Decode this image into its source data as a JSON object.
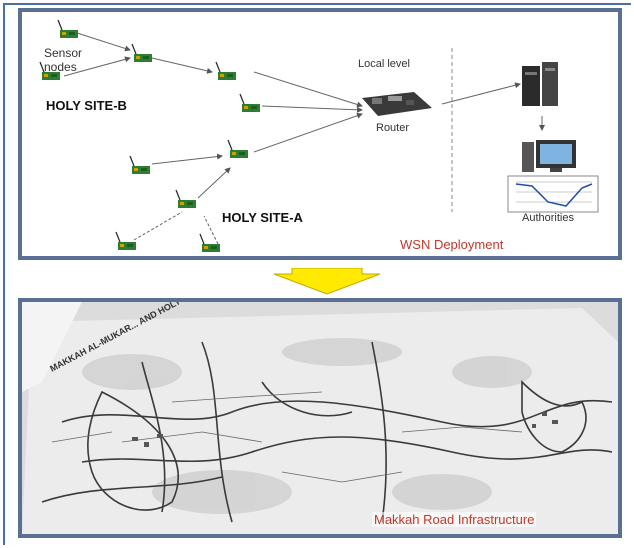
{
  "top_panel": {
    "sensor_nodes_label": "Sensor nodes",
    "holy_site_b": "HOLY SITE-B",
    "holy_site_a": "HOLY SITE-A",
    "local_level": "Local level",
    "router": "Router",
    "authorities": "Authorities",
    "caption": "WSN Deployment"
  },
  "bottom_panel": {
    "caption": "Makkah Road Infrastructure",
    "map_title": "MAKKAH AL-MUKAR... AND HOLY PLACES"
  },
  "colors": {
    "frame": "#5a6f93",
    "caption": "#c0392b",
    "arrow": "#ffea00"
  }
}
